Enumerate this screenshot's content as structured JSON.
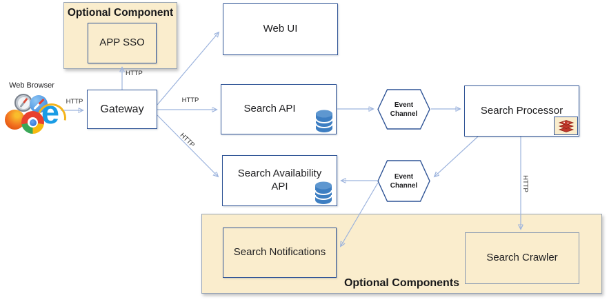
{
  "diagram": {
    "type": "architecture-diagram"
  },
  "colors": {
    "background": "#ffffff",
    "group_fill": "#FAEDCD",
    "group_border": "#98A5B5",
    "node_border_blue": "#2F5496",
    "crawler_border": "#8496B0",
    "arrow_line": "#9CB3DD",
    "arrow_head": "#3F63AE",
    "database_icon_blue": "#3D7EC2",
    "redis_red": "#C0392B",
    "ie_blue": "#1a9ce5"
  },
  "groups": {
    "optional_component": {
      "label": "Optional Component"
    },
    "optional_components": {
      "label": "Optional Components"
    }
  },
  "nodes": {
    "web_browser": {
      "label": "Web Browser"
    },
    "app_sso": {
      "label": "APP SSO"
    },
    "gateway": {
      "label": "Gateway"
    },
    "web_ui": {
      "label": "Web UI"
    },
    "search_api": {
      "label": "Search API",
      "icon": "database-icon"
    },
    "event_channel_1": {
      "label": "Event Channel"
    },
    "search_processor": {
      "label": "Search Processor",
      "icon": "redis-icon"
    },
    "search_availability_api": {
      "label": "Search Availability API",
      "icon": "database-icon"
    },
    "event_channel_2": {
      "label": "Event Channel"
    },
    "search_notifications": {
      "label": "Search Notifications"
    },
    "search_crawler": {
      "label": "Search Crawler"
    }
  },
  "edges": {
    "browser_to_gateway": {
      "label": "HTTP"
    },
    "gateway_to_app_sso": {
      "label": "HTTP"
    },
    "gateway_to_search_api": {
      "label": "HTTP"
    },
    "gateway_to_search_availability_api": {
      "label": "HTTP"
    },
    "search_processor_to_search_crawler": {
      "label": "HTTP"
    }
  },
  "icons": {
    "browser_cluster": [
      "compass-icon",
      "safari-icon",
      "firefox-icon",
      "chrome-icon",
      "internet-explorer-icon"
    ],
    "internet_explorer_glyph": "e"
  }
}
